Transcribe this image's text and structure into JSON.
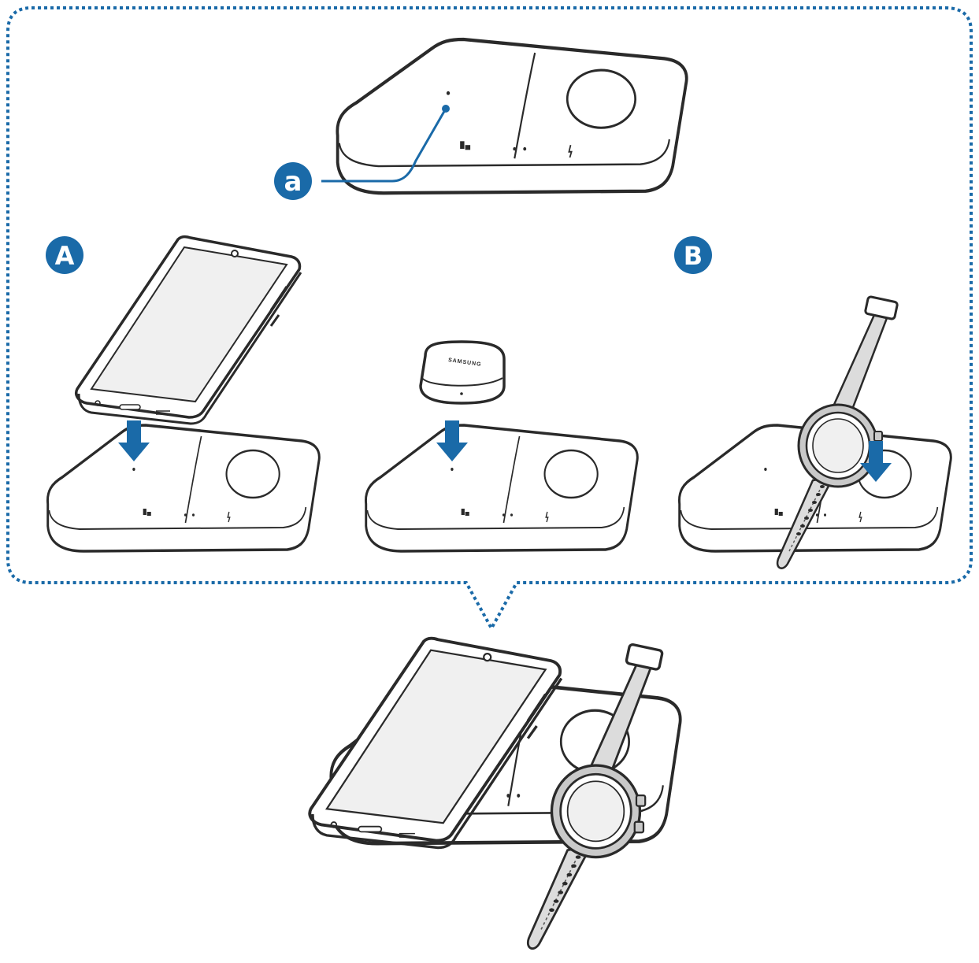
{
  "callouts": {
    "a": "a",
    "A": "A",
    "B": "B"
  },
  "earbuds_case": {
    "brand": "SAMSUNG"
  },
  "colors": {
    "accent": "#1a6aa8",
    "line": "#2a2a2a",
    "pad_fill": "#ffffff",
    "screen_fill": "#f0f0f0",
    "strap_fill": "#dcdcdc",
    "watch_body": "#c9c9c9"
  },
  "icons": {
    "callout": "circle-letter-badge",
    "arrow": "down-arrow-icon",
    "device_pad": "wireless-charger-icon",
    "phone": "smartphone-icon",
    "watch": "smartwatch-icon",
    "earbuds": "earbuds-case-icon"
  }
}
